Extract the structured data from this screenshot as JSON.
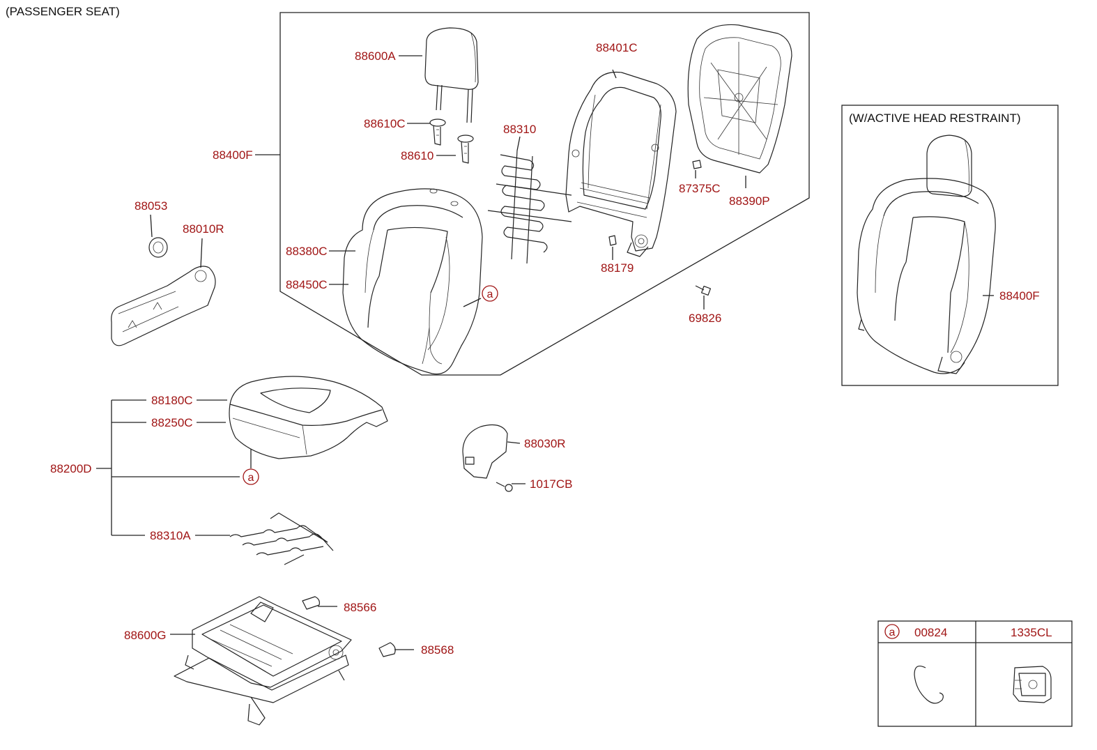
{
  "header": {
    "title": "(PASSENGER SEAT)"
  },
  "inset": {
    "title": "(W/ACTIVE HEAD RESTRAINT)",
    "part": "88400F"
  },
  "callout": "a",
  "parts": {
    "p88600A": "88600A",
    "p88610C": "88610C",
    "p88610": "88610",
    "p88400F": "88400F",
    "p88310": "88310",
    "p88401C": "88401C",
    "p87375C": "87375C",
    "p88390P": "88390P",
    "p88179": "88179",
    "p69826": "69826",
    "p88380C": "88380C",
    "p88450C": "88450C",
    "p88053": "88053",
    "p88010R": "88010R",
    "p88180C": "88180C",
    "p88250C": "88250C",
    "p88200D": "88200D",
    "p88310A": "88310A",
    "p88030R": "88030R",
    "p1017CB": "1017CB",
    "p88566": "88566",
    "p88600G": "88600G",
    "p88568": "88568"
  },
  "legend_table": {
    "col1": "00824",
    "col2": "1335CL"
  }
}
